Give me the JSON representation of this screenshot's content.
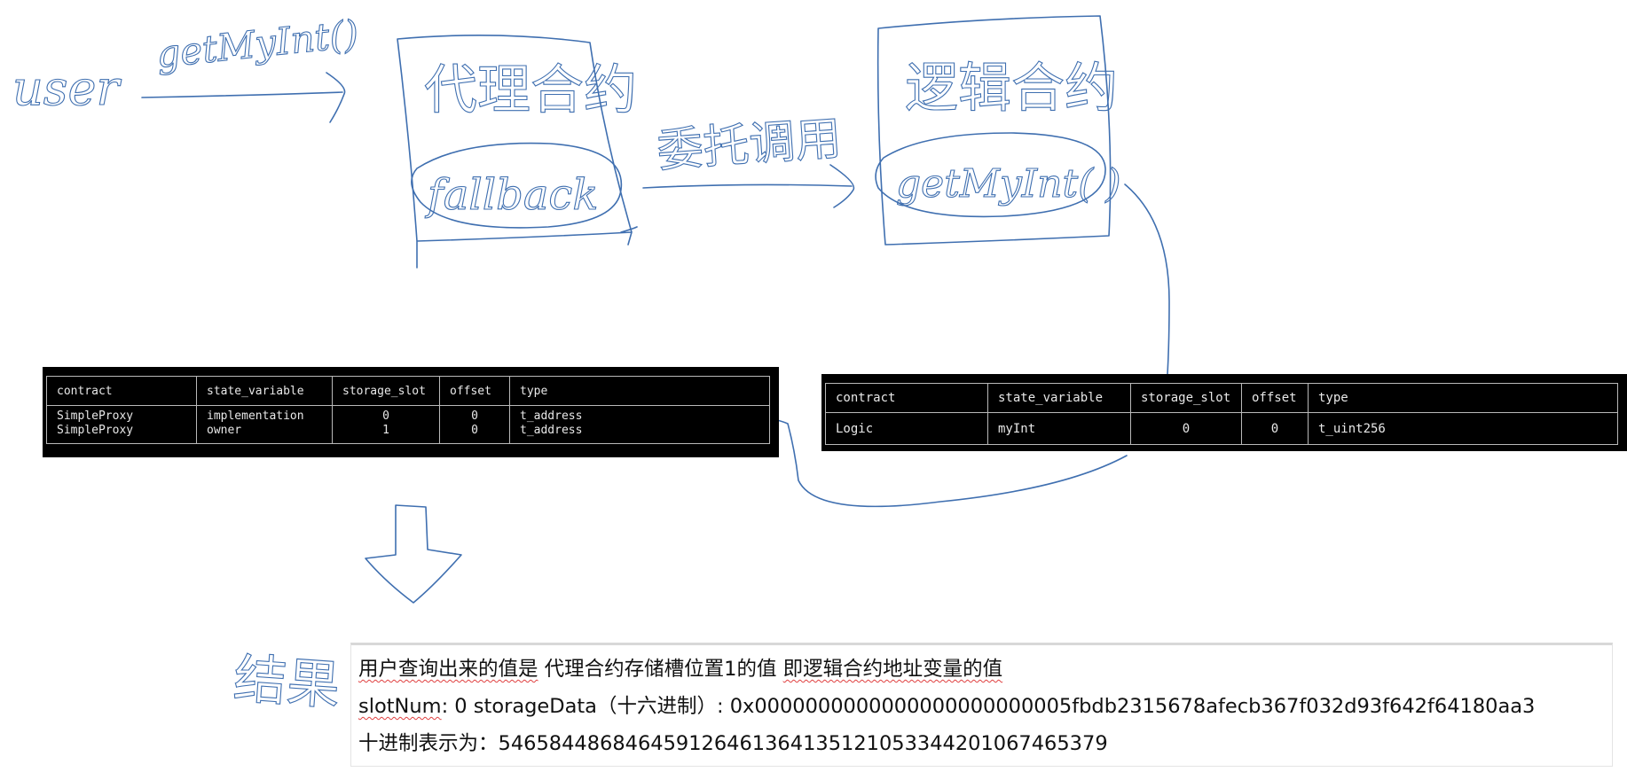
{
  "handwriting": {
    "user": "user",
    "call_label": "getMyInt()",
    "proxy_contract": "代理合约",
    "fallback": "fallback",
    "delegate_call": "委托调用",
    "logic_contract": "逻辑合约",
    "logic_function": "getMyInt( )",
    "result_label": "结果 ="
  },
  "proxy_table": {
    "headers": [
      "contract",
      "state_variable",
      "storage_slot",
      "offset",
      "type"
    ],
    "rows": [
      [
        "SimpleProxy",
        "implementation",
        "0",
        "0",
        "t_address"
      ],
      [
        "SimpleProxy",
        "owner",
        "1",
        "0",
        "t_address"
      ]
    ]
  },
  "logic_table": {
    "headers": [
      "contract",
      "state_variable",
      "storage_slot",
      "offset",
      "type"
    ],
    "rows": [
      [
        "Logic",
        "myInt",
        "0",
        "0",
        "t_uint256"
      ]
    ]
  },
  "result": {
    "line1_part1": "用户查询出来的值是",
    "line1_part2": "代理合约存储槽位置1的值",
    "line1_part3": "即逻辑合约地址变量的值",
    "line2_key1": "slotNum",
    "line2_rest": ": 0 storageData（十六进制）: 0x0000000000000000000000005fbdb2315678afecb367f032d93f642f64180aa3",
    "line3": "十进制表示为：546584486846459126461364135121053344201067465379"
  },
  "colors": {
    "ink": "#3f6fb0",
    "terminal_bg": "#000000",
    "terminal_text": "#e8e8e8",
    "spellcheck": "#e04040"
  }
}
